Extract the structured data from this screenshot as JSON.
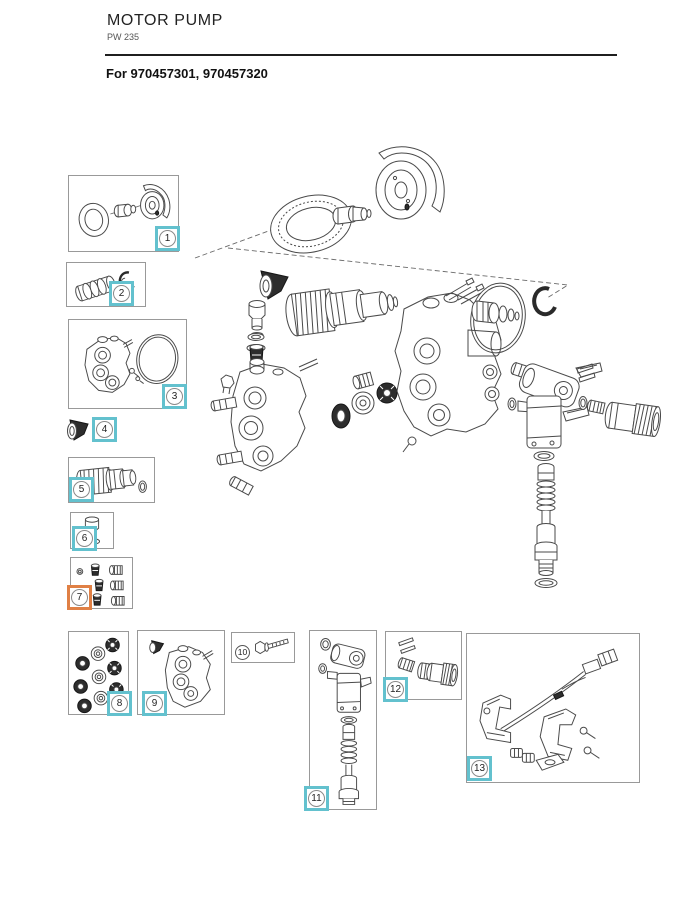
{
  "header": {
    "title": "MOTOR PUMP",
    "subtitle": "PW 235",
    "models_line": "For 970457301, 970457320"
  },
  "colors": {
    "callout_teal": "#63c1ce",
    "callout_orange": "#e08045",
    "box_border": "#999999",
    "line_art": "#4a4a4a"
  },
  "callouts": [
    {
      "number": "1",
      "style": "teal"
    },
    {
      "number": "2",
      "style": "teal"
    },
    {
      "number": "3",
      "style": "teal"
    },
    {
      "number": "4",
      "style": "teal"
    },
    {
      "number": "5",
      "style": "teal"
    },
    {
      "number": "6",
      "style": "teal"
    },
    {
      "number": "7",
      "style": "orange"
    },
    {
      "number": "8",
      "style": "teal"
    },
    {
      "number": "9",
      "style": "teal"
    },
    {
      "number": "10",
      "style": "plain"
    },
    {
      "number": "11",
      "style": "teal"
    },
    {
      "number": "12",
      "style": "teal"
    },
    {
      "number": "13",
      "style": "teal"
    }
  ]
}
